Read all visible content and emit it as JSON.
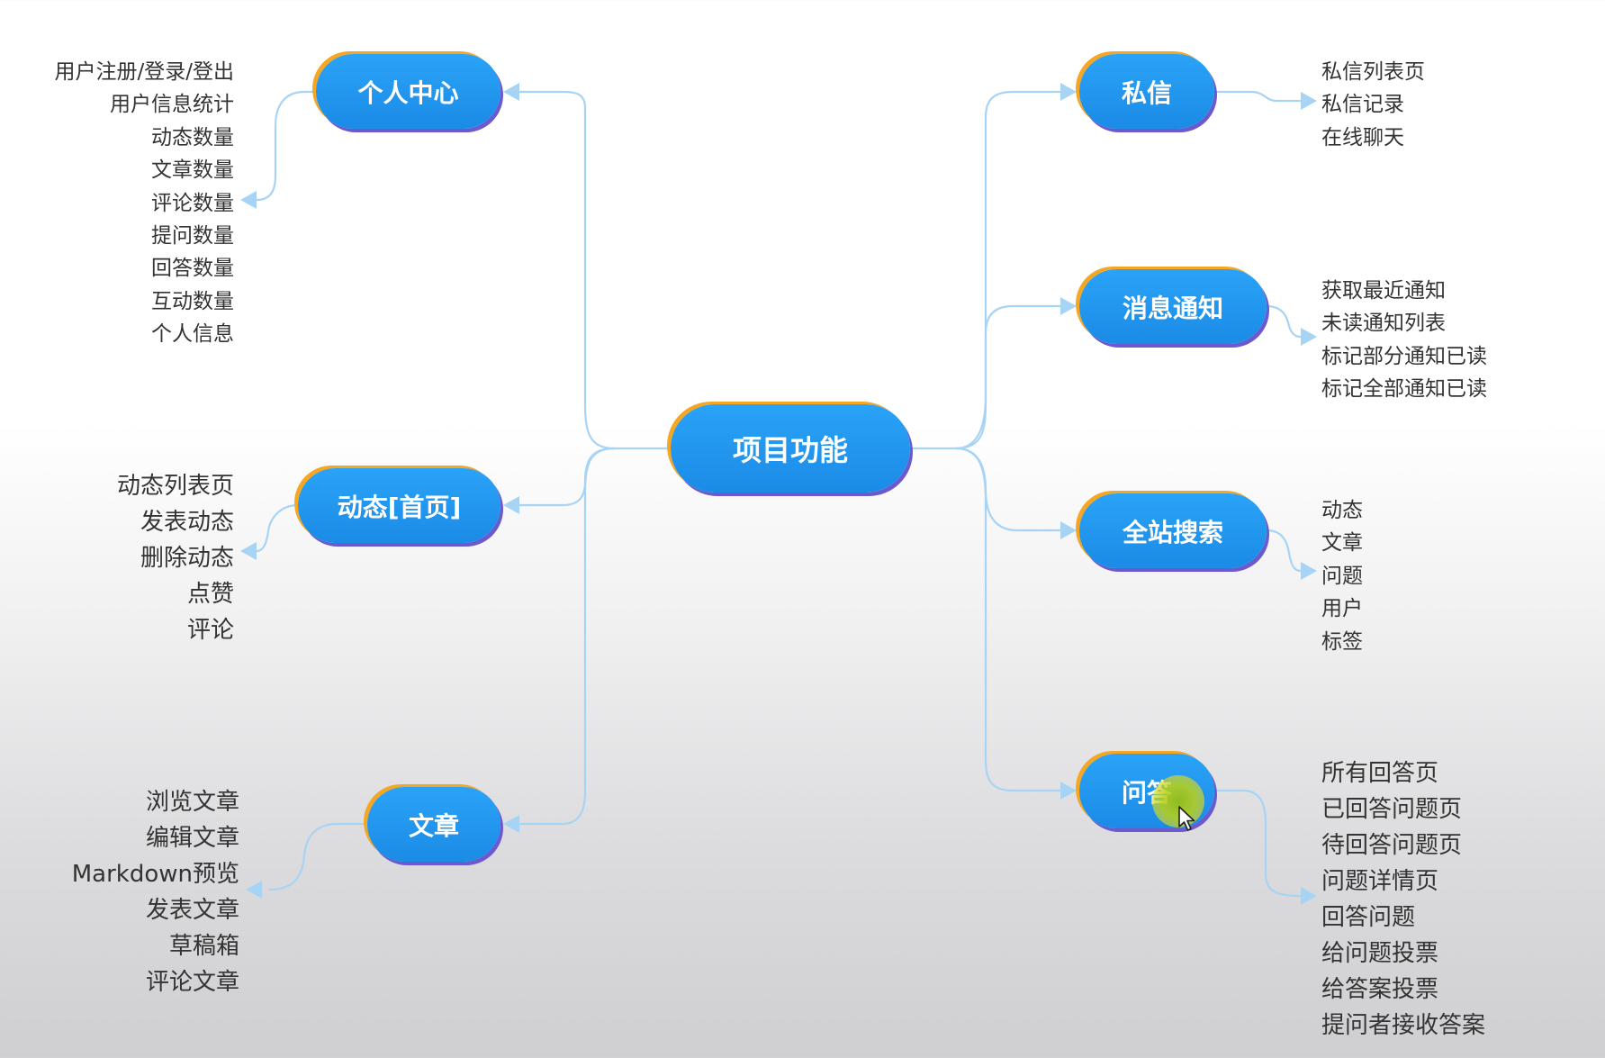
{
  "colors": {
    "node_fill": "#1b8be6",
    "node_shadow_orange": "#f5a623",
    "node_shadow_purple": "#6a5acd",
    "connector": "#a7d4f5",
    "leaf_text": "#333333"
  },
  "center": {
    "label": "项目功能"
  },
  "branches": {
    "personal": {
      "label": "个人中心",
      "items": [
        "用户注册/登录/登出",
        "用户信息统计",
        "动态数量",
        "文章数量",
        "评论数量",
        "提问数量",
        "回答数量",
        "互动数量",
        "个人信息"
      ]
    },
    "feed": {
      "label": "动态[首页]",
      "items": [
        "动态列表页",
        "发表动态",
        "删除动态",
        "点赞",
        "评论"
      ]
    },
    "article": {
      "label": "文章",
      "items": [
        "浏览文章",
        "编辑文章",
        "Markdown预览",
        "发表文章",
        "草稿箱",
        "评论文章"
      ]
    },
    "messages": {
      "label": "私信",
      "items": [
        "私信列表页",
        "私信记录",
        "在线聊天"
      ]
    },
    "notifications": {
      "label": "消息通知",
      "items": [
        "获取最近通知",
        "未读通知列表",
        "标记部分通知已读",
        "标记全部通知已读"
      ]
    },
    "search": {
      "label": "全站搜索",
      "items": [
        "动态",
        "文章",
        "问题",
        "用户",
        "标签"
      ]
    },
    "qa": {
      "label": "问答",
      "items": [
        "所有回答页",
        "已回答问题页",
        "待回答问题页",
        "问题详情页",
        "回答问题",
        "给问题投票",
        "给答案投票",
        "提问者接收答案"
      ]
    }
  },
  "cursor": {
    "icon": "pointer-arrow-icon",
    "highlight": "cursor-highlight"
  }
}
